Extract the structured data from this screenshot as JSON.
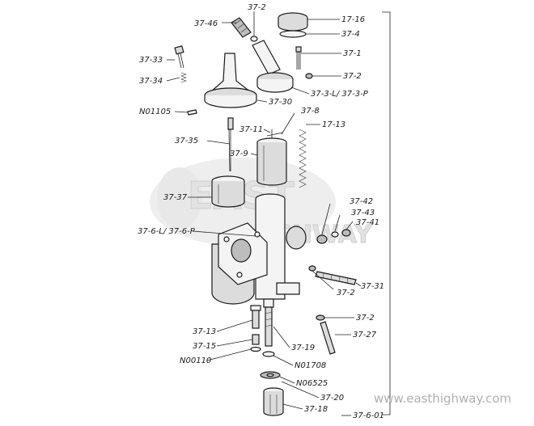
{
  "watermark": {
    "line1": "EAST",
    "line2": "HIGHWAY",
    "website": "www.easthighway.com"
  },
  "labels": {
    "p37_2_top": "37-2",
    "p37_46": "37-46",
    "p17_16": "17-16",
    "p37_4": "37-4",
    "p37_1": "37-1",
    "p37_33": "37-33",
    "p37_34": "37-34",
    "p37_2_right": "37-2",
    "p37_3": "37-3-L/ 37-3-P",
    "p37_30": "37-30",
    "n01105": "N01105",
    "p37_8": "37-8",
    "p37_11": "37-11",
    "p17_13": "17-13",
    "p37_35": "37-35",
    "p37_9": "37-9",
    "p37_37": "37-37",
    "p37_42": "37-42",
    "p37_43": "37-43",
    "p37_41": "37-41",
    "p37_6": "37-6-L/ 37-6-P",
    "p37_31": "37-31",
    "p37_2_mid": "37-2",
    "p37_2_low": "37-2",
    "p37_13": "37-13",
    "p37_27": "37-27",
    "p37_15": "37-15",
    "p37_19": "37-19",
    "n00110": "N00110",
    "n01708": "N01708",
    "n06525": "N06525",
    "p37_20": "37-20",
    "p37_18": "37-18",
    "assembly": "37-6-01"
  }
}
